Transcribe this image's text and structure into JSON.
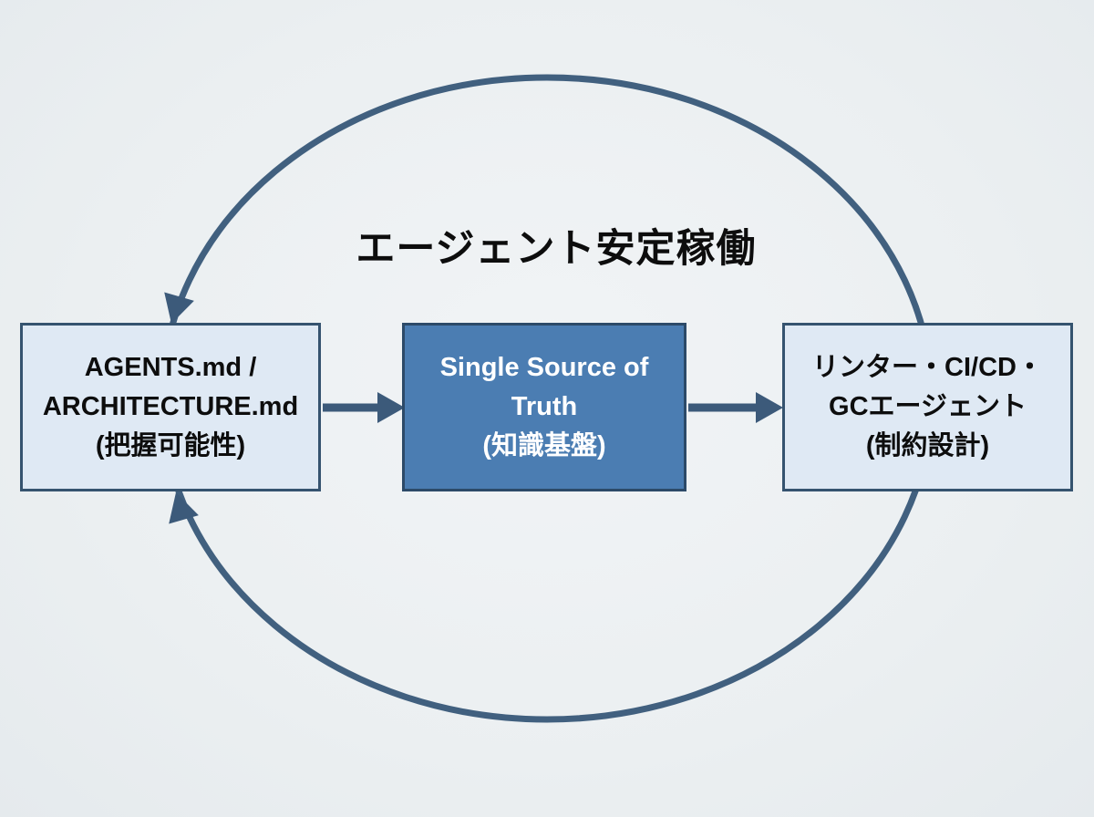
{
  "title": "エージェント安定稼働",
  "boxes": {
    "agents_md": {
      "lines": [
        "AGENTS.md /",
        "ARCHITECTURE.md",
        "(把握可能性)"
      ]
    },
    "single_source_of_truth": {
      "lines": [
        "Single Source of",
        "Truth",
        "(知識基盤)"
      ]
    },
    "linter_cicd_gc": {
      "lines": [
        "リンター・CI/CD・",
        "GCエージェント",
        "(制約設計)"
      ]
    }
  },
  "flow": {
    "forward": [
      "agents_md → single_source_of_truth",
      "single_source_of_truth → linter_cicd_gc"
    ],
    "feedback_loop": "linter_cicd_gc → agents_md (elliptical loop, top and bottom arrows)"
  },
  "colors": {
    "background": "#ebeff1",
    "loop_stroke": "#41607f",
    "arrow": "#3c5a7a",
    "light_box_fill": "#dfe9f4",
    "light_box_border": "#35536f",
    "center_box_fill": "#4b7db2",
    "center_box_border": "#2c4a68",
    "text_dark": "#0d0d0d",
    "text_light": "#ffffff"
  }
}
